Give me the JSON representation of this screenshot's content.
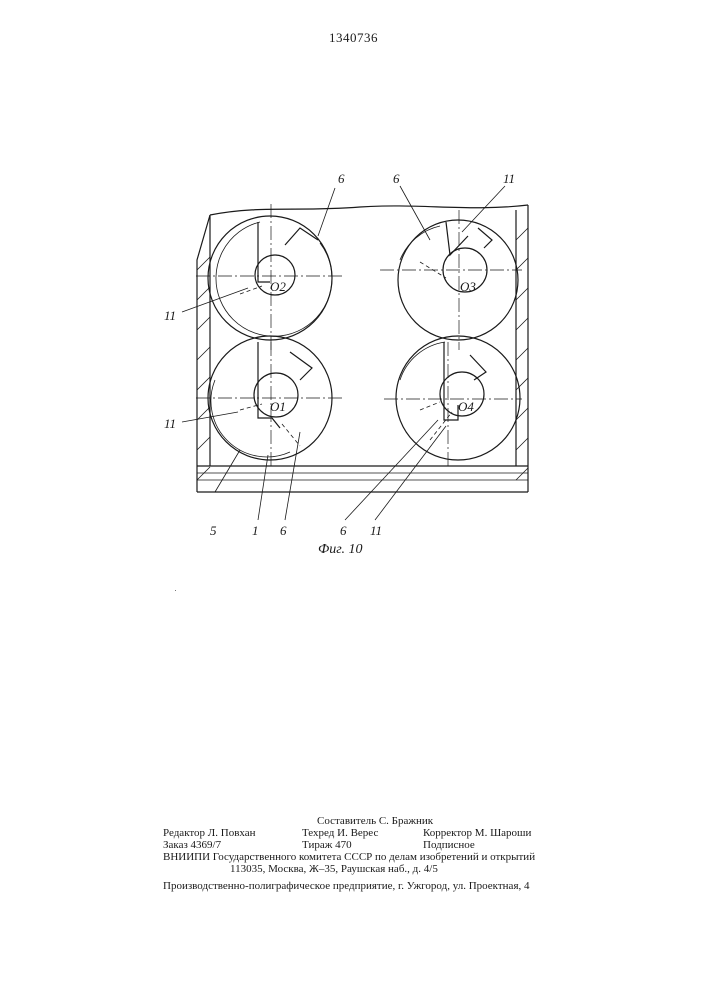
{
  "header": {
    "patent_number": "1340736"
  },
  "figure": {
    "caption": "Фиг. 10",
    "labels": {
      "o2": "O2",
      "o3": "O3",
      "o1": "O1",
      "o4": "O4",
      "l6_a": "6",
      "l6_b": "6",
      "l11_c": "11",
      "l11_a": "11",
      "l11_b": "11",
      "b5": "5",
      "b1": "1",
      "b6": "6",
      "b6b": "6",
      "b11": "11"
    }
  },
  "imprint": {
    "compiler": "Составитель С. Бражник",
    "editor": "Редактор Л. Повхан",
    "techred": "Техред И. Верес",
    "corrector": "Корректор М. Шароши",
    "order": "Заказ 4369/7",
    "circulation": "Тираж 470",
    "subscription": "Подписное",
    "institute": "ВНИИПИ Государственного комитета СССР по делам изобретений и открытий",
    "address": "113035, Москва, Ж–35, Раушская наб., д. 4/5",
    "printing": "Производственно-полиграфическое предприятие, г. Ужгород, ул. Проектная, 4"
  }
}
